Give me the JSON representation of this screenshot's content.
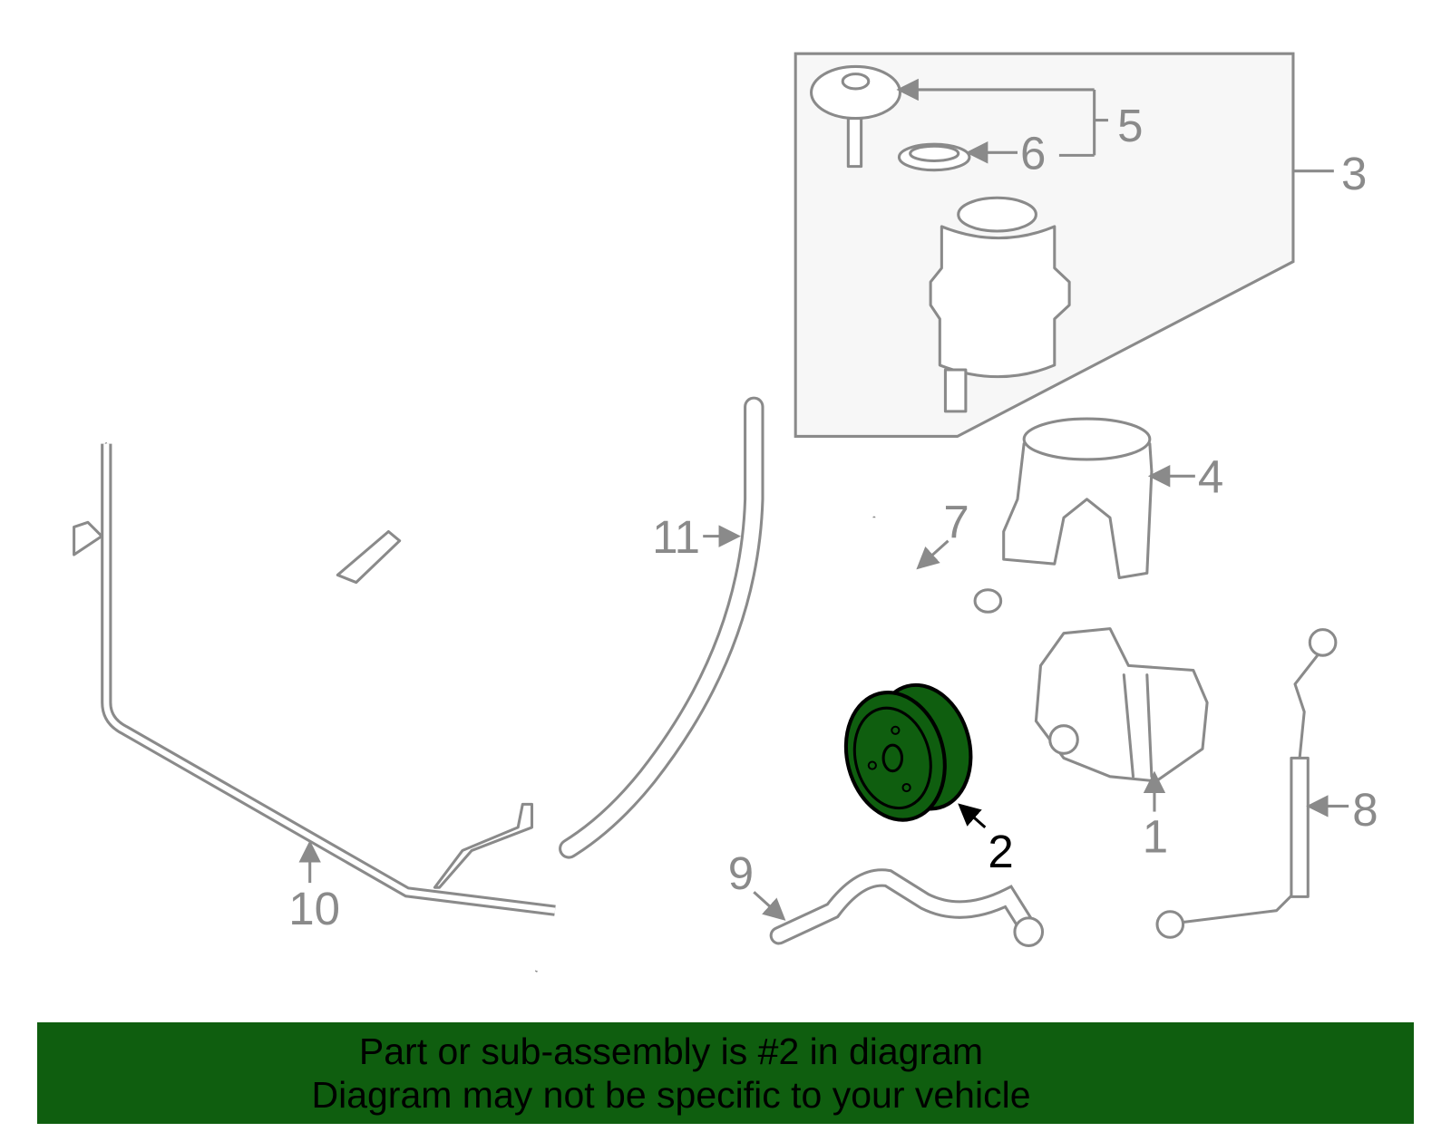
{
  "diagram": {
    "highlight_color": "#0f5e0f",
    "callouts": {
      "c1": "1",
      "c2": "2",
      "c3": "3",
      "c4": "4",
      "c5": "5",
      "c6": "6",
      "c7": "7",
      "c8": "8",
      "c9": "9",
      "c10": "10",
      "c11": "11"
    },
    "highlighted_part": "2"
  },
  "banner": {
    "line1": "Part or sub-assembly is #2 in diagram",
    "line2": "Diagram may not be specific to your vehicle"
  }
}
